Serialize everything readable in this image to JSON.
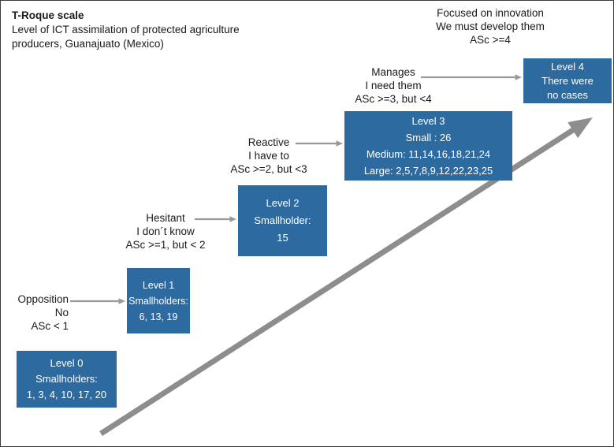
{
  "header": {
    "title": "T-Roque scale",
    "subtitle": [
      "Level of ICT assimilation of protected agriculture",
      "producers, Guanajuato (Mexico)"
    ]
  },
  "transitions": [
    {
      "id": "opposition",
      "lines": [
        "Opposition",
        "No",
        "ASc < 1"
      ]
    },
    {
      "id": "hesitant",
      "lines": [
        "Hesitant",
        "I don´t know",
        "ASc >=1, but < 2"
      ]
    },
    {
      "id": "reactive",
      "lines": [
        "Reactive",
        "I have to",
        "ASc >=2, but <3"
      ]
    },
    {
      "id": "manages",
      "lines": [
        "Manages",
        "I need them",
        "ASc >=3, but <4"
      ]
    },
    {
      "id": "focused",
      "lines": [
        "Focused on innovation",
        "We must develop them",
        "ASc >=4"
      ]
    }
  ],
  "levels": [
    {
      "id": "level-0",
      "lines": [
        "Level 0",
        "Smallholders:",
        "1, 3, 4, 10, 17, 20"
      ]
    },
    {
      "id": "level-1",
      "lines": [
        "Level 1",
        "Smallholders:",
        "6, 13, 19"
      ]
    },
    {
      "id": "level-2",
      "lines": [
        "Level 2",
        "Smallholder:",
        "15"
      ]
    },
    {
      "id": "level-3",
      "lines": [
        "Level 3",
        "Small : 26",
        "Medium: 11,14,16,18,21,24",
        "Large: 2,5,7,8,9,12,22,23,25"
      ]
    },
    {
      "id": "level-4",
      "lines": [
        "Level 4",
        "There were",
        "no cases"
      ]
    }
  ],
  "colors": {
    "box_blue": "#2D6A9F",
    "arrow_gray": "#999999",
    "big_arrow_gray": "#8D8D8D"
  }
}
